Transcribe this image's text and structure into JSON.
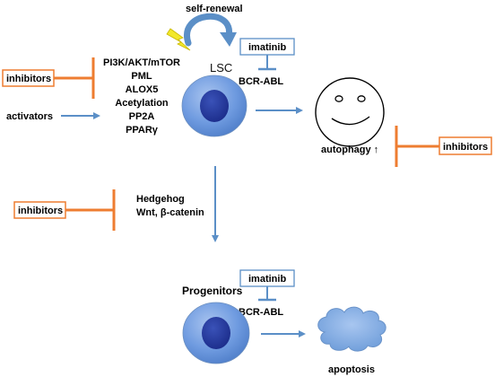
{
  "colors": {
    "inhibitor": "#ee7d31",
    "arrow": "#5b8fc7",
    "drug_box": "#5b8fc7",
    "cell_fill": "#5b8fd6",
    "nucleus": "#233a9e",
    "lightning": "#f2e82a"
  },
  "top": {
    "self_renewal": "self-renewal",
    "lsc_label": "LSC",
    "imatinib": "imatinib",
    "bcr_abl": "BCR-ABL",
    "left_inhibitors": "inhibitors",
    "activators": "activators",
    "pathways": [
      "PI3K/AKT/mTOR",
      "PML",
      "ALOX5",
      "Acetylation",
      "PP2A",
      "PPARγ"
    ],
    "autophagy": "autophagy ↑",
    "right_inhibitors": "inhibitors"
  },
  "middle": {
    "inhibitors": "inhibitors",
    "pathways": [
      "Hedgehog",
      "Wnt, β-catenin"
    ]
  },
  "bottom": {
    "progenitors": "Progenitors",
    "imatinib": "imatinib",
    "bcr_abl": "BCR-ABL",
    "apoptosis": "apoptosis"
  },
  "icons": [
    "lightning-icon",
    "smiley-face-icon",
    "apoptotic-cloud-icon",
    "curved-arrow-icon"
  ]
}
